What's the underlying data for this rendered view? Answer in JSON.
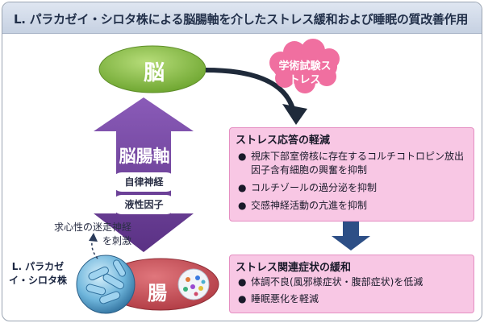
{
  "title": "L. パラカゼイ・シロタ株による脳腸軸を介したストレス緩和および睡眠の質改善作用",
  "brain": {
    "label": "脳"
  },
  "gut": {
    "label": "腸"
  },
  "stress_cloud": {
    "text": "学術試験ストレス"
  },
  "axis": {
    "label": "脳腸軸",
    "pathways": [
      "自律神経",
      "液性因子"
    ]
  },
  "vagus_note": "求心性の迷走神経を刺激",
  "strain_label": "L. パラカゼイ・シロタ株",
  "box_response": {
    "heading": "ストレス応答の軽減",
    "items": [
      "視床下部室傍核に存在するコルチコトロピン放出因子含有細胞の興奮を抑制",
      "コルチゾールの過分泌を抑制",
      "交感神経活動の亢進を抑制"
    ]
  },
  "box_symptoms": {
    "heading": "ストレス関連症状の緩和",
    "items": [
      "体調不良(風邪様症状・腹部症状)を低減",
      "睡眠悪化を軽減"
    ]
  },
  "colors": {
    "brain_fill": "#7fb93a",
    "gut_fill": "#c94a52",
    "axis_arrow": "#6a3f96",
    "box_fill": "#f8c7e4",
    "cloud_fill": "#f06fa0",
    "flow_arrow": "#2d4f86"
  }
}
